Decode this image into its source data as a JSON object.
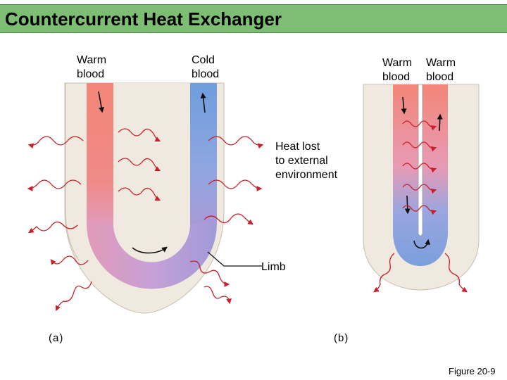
{
  "title": "Countercurrent Heat Exchanger",
  "labels": {
    "warm_a": "Warm\nblood",
    "cold_a": "Cold\nblood",
    "warm_b1": "Warm\nblood",
    "warm_b2": "Warm\nblood",
    "heat_lost": "Heat lost\nto external\nenvironment",
    "limb": "Limb",
    "panel_a": "(a)",
    "panel_b": "(b)",
    "figure": "Figure 20-9"
  },
  "colors": {
    "title_bar": "#7dbd74",
    "limb_fill": "#efe9df",
    "warm_blood": "#f28678",
    "cold_blood": "#7a9fdc",
    "heat_arrow": "#c8202a"
  }
}
